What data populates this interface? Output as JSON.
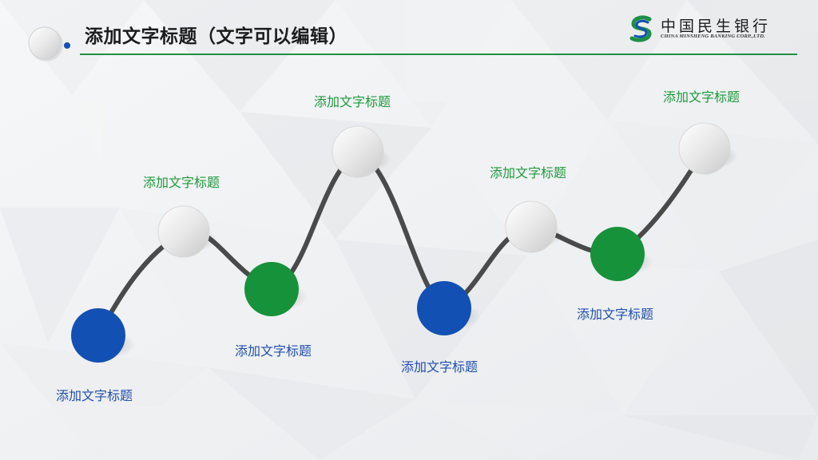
{
  "header": {
    "title": "添加文字标题（文字可以编辑）",
    "logo_cn": "中国民生银行",
    "logo_en": "CHINA MINSHENG BANKING CORP.,LTD."
  },
  "milestones": [
    {
      "label": "添加文字标题",
      "color": "blue"
    },
    {
      "label": "添加文字标题",
      "color": "white"
    },
    {
      "label": "添加文字标题",
      "color": "green"
    },
    {
      "label": "添加文字标题",
      "color": "white"
    },
    {
      "label": "添加文字标题",
      "color": "blue"
    },
    {
      "label": "添加文字标题",
      "color": "white"
    },
    {
      "label": "添加文字标题",
      "color": "green"
    },
    {
      "label": "添加文字标题",
      "color": "white"
    }
  ],
  "colors": {
    "accent_green": "#1f8f46",
    "node_blue": "#1350b4",
    "node_green": "#16923a",
    "line": "#4a4a4a"
  }
}
